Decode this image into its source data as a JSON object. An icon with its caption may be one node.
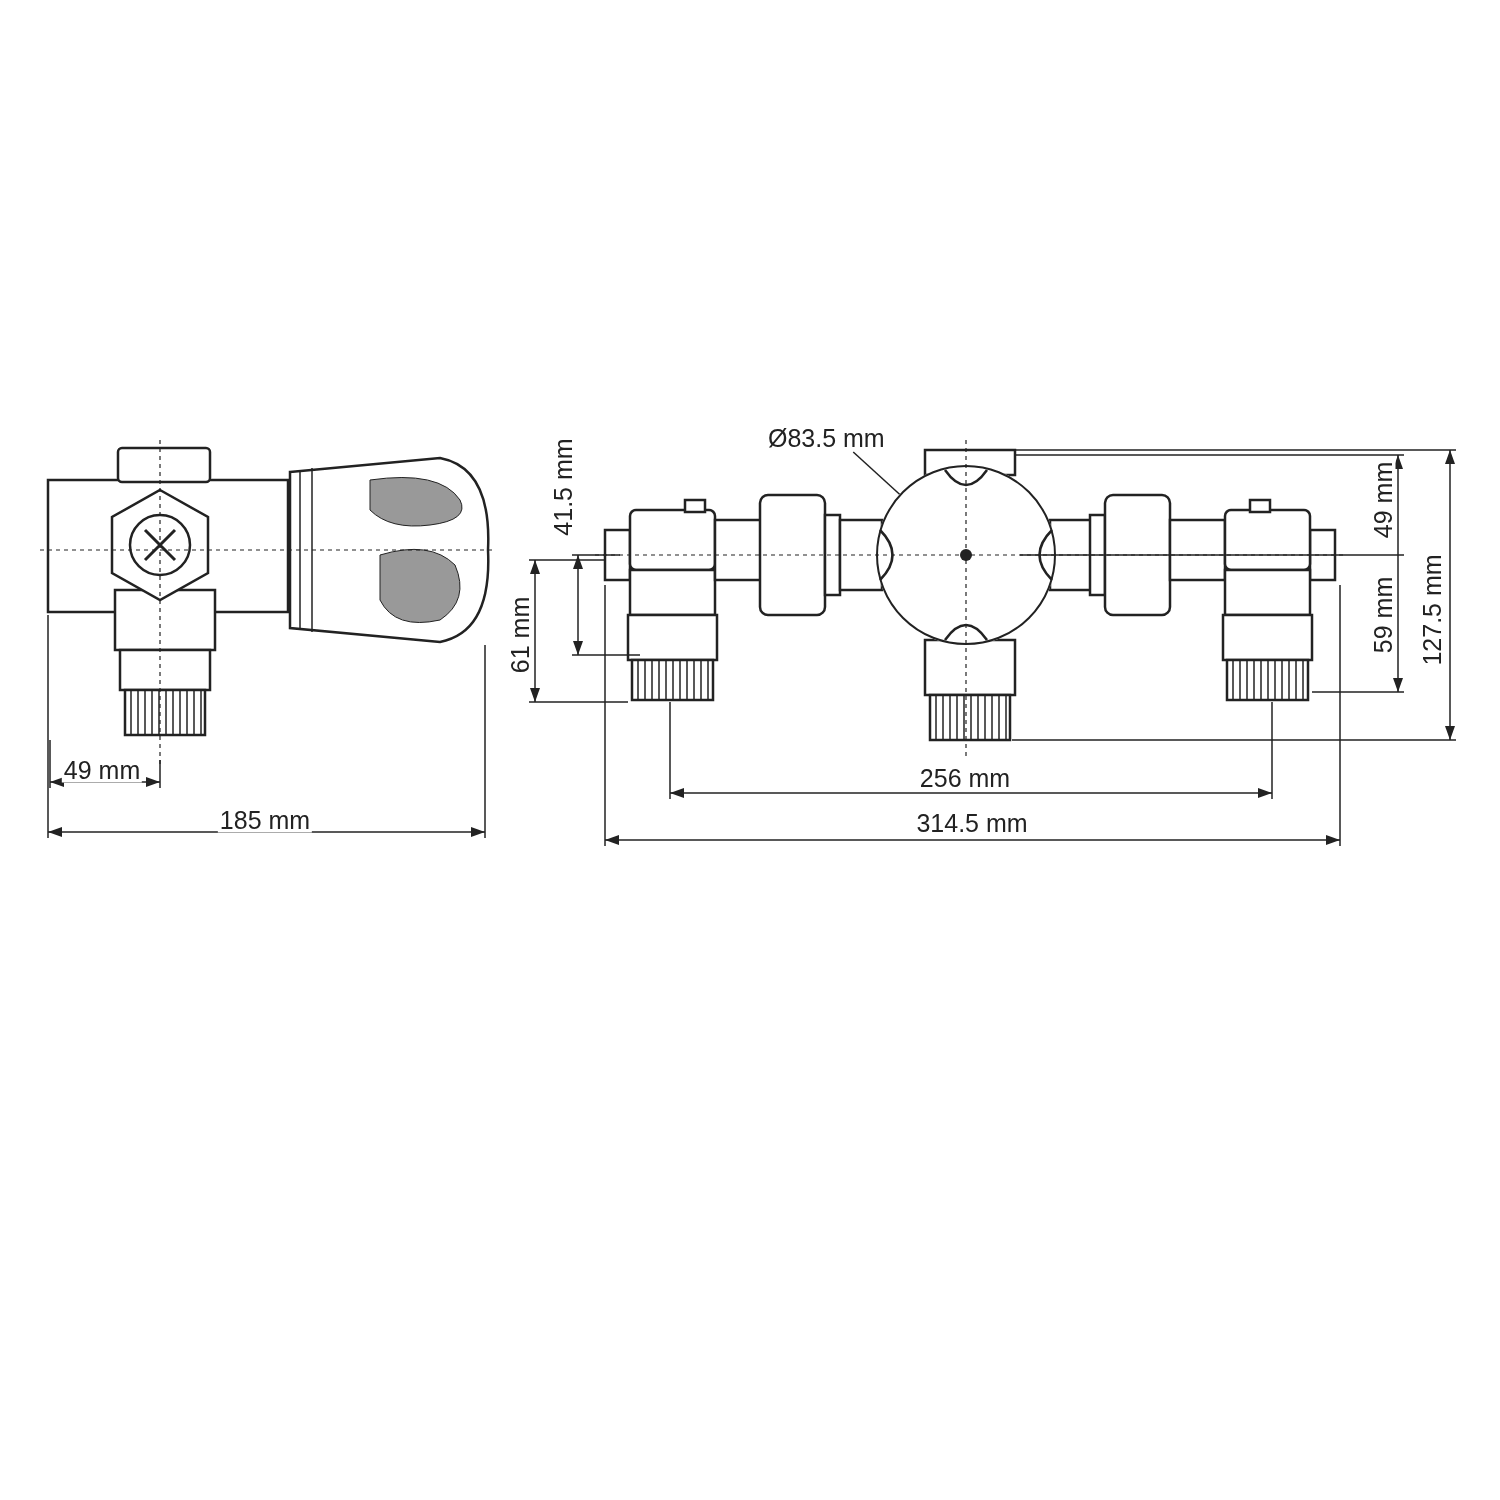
{
  "diagram": {
    "nodes": [
      {
        "text": [
          "Ø83.5 mm"
        ]
      },
      {
        "text": [],
        "shape": "circle"
      }
    ],
    "edges": [
      {
        "from": 0,
        "to": 1,
        "arrow": "none"
      }
    ],
    "labels": [
      "41.5 mm",
      "49 mm",
      "127.5 mm",
      "59 mm",
      "61 mm",
      "49 mm",
      "256 mm",
      "185 mm",
      "314.5 mm"
    ]
  }
}
